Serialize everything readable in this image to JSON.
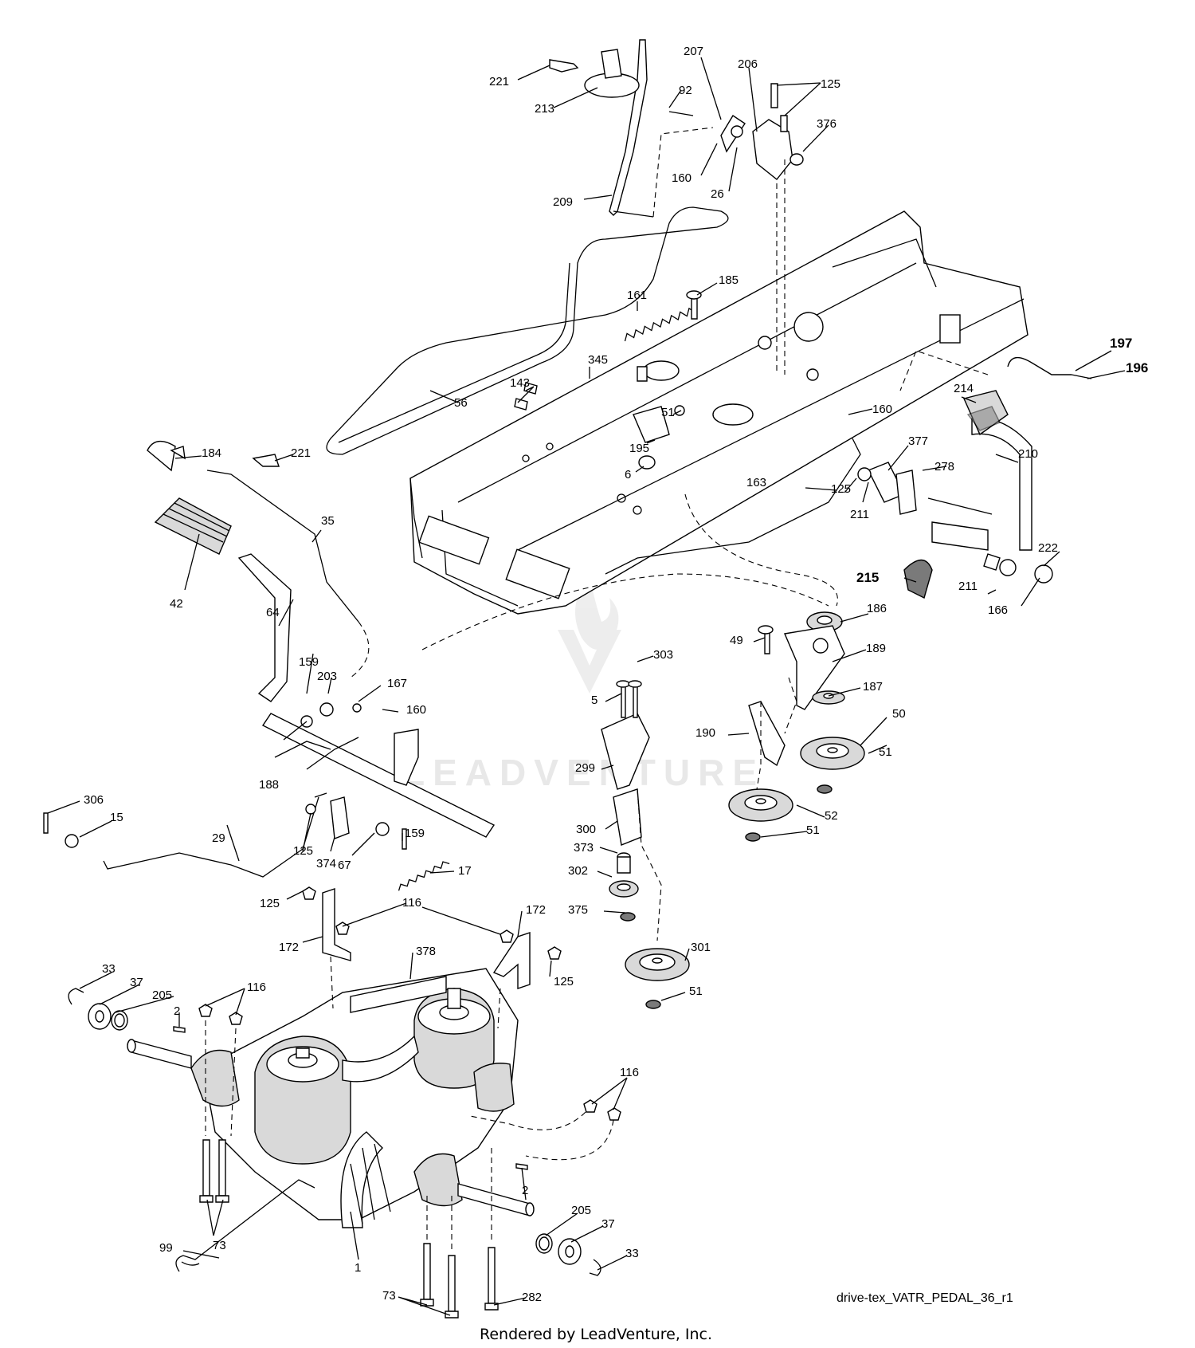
{
  "diagram": {
    "drawing_id": "drive-tex_VATR_PEDAL_36_r1",
    "footer": "Rendered by LeadVenture, Inc.",
    "watermark": "LEADVENTURE",
    "labels": [
      {
        "text": "221"
      },
      {
        "text": "213"
      },
      {
        "text": "207"
      },
      {
        "text": "92"
      },
      {
        "text": "206"
      },
      {
        "text": "125"
      },
      {
        "text": "376"
      },
      {
        "text": "160"
      },
      {
        "text": "26"
      },
      {
        "text": "209"
      },
      {
        "text": "185"
      },
      {
        "text": "161"
      },
      {
        "text": "345"
      },
      {
        "text": "143"
      },
      {
        "text": "56"
      },
      {
        "text": "51"
      },
      {
        "text": "195"
      },
      {
        "text": "6"
      },
      {
        "text": "197"
      },
      {
        "text": "196"
      },
      {
        "text": "214"
      },
      {
        "text": "160"
      },
      {
        "text": "377"
      },
      {
        "text": "278"
      },
      {
        "text": "210"
      },
      {
        "text": "163"
      },
      {
        "text": "125"
      },
      {
        "text": "211"
      },
      {
        "text": "184"
      },
      {
        "text": "221"
      },
      {
        "text": "35"
      },
      {
        "text": "42"
      },
      {
        "text": "222"
      },
      {
        "text": "215"
      },
      {
        "text": "211"
      },
      {
        "text": "166"
      },
      {
        "text": "186"
      },
      {
        "text": "49"
      },
      {
        "text": "189"
      },
      {
        "text": "64"
      },
      {
        "text": "303"
      },
      {
        "text": "159"
      },
      {
        "text": "203"
      },
      {
        "text": "167"
      },
      {
        "text": "160"
      },
      {
        "text": "5"
      },
      {
        "text": "187"
      },
      {
        "text": "50"
      },
      {
        "text": "190"
      },
      {
        "text": "299"
      },
      {
        "text": "51"
      },
      {
        "text": "188"
      },
      {
        "text": "306"
      },
      {
        "text": "15"
      },
      {
        "text": "52"
      },
      {
        "text": "51"
      },
      {
        "text": "300"
      },
      {
        "text": "29"
      },
      {
        "text": "125"
      },
      {
        "text": "159"
      },
      {
        "text": "374"
      },
      {
        "text": "67"
      },
      {
        "text": "373"
      },
      {
        "text": "17"
      },
      {
        "text": "302"
      },
      {
        "text": "125"
      },
      {
        "text": "116"
      },
      {
        "text": "172"
      },
      {
        "text": "375"
      },
      {
        "text": "172"
      },
      {
        "text": "378"
      },
      {
        "text": "301"
      },
      {
        "text": "125"
      },
      {
        "text": "33"
      },
      {
        "text": "37"
      },
      {
        "text": "116"
      },
      {
        "text": "205"
      },
      {
        "text": "2"
      },
      {
        "text": "51"
      },
      {
        "text": "116"
      },
      {
        "text": "73"
      },
      {
        "text": "2"
      },
      {
        "text": "205"
      },
      {
        "text": "37"
      },
      {
        "text": "99"
      },
      {
        "text": "33"
      },
      {
        "text": "1"
      },
      {
        "text": "73"
      },
      {
        "text": "282"
      }
    ]
  }
}
